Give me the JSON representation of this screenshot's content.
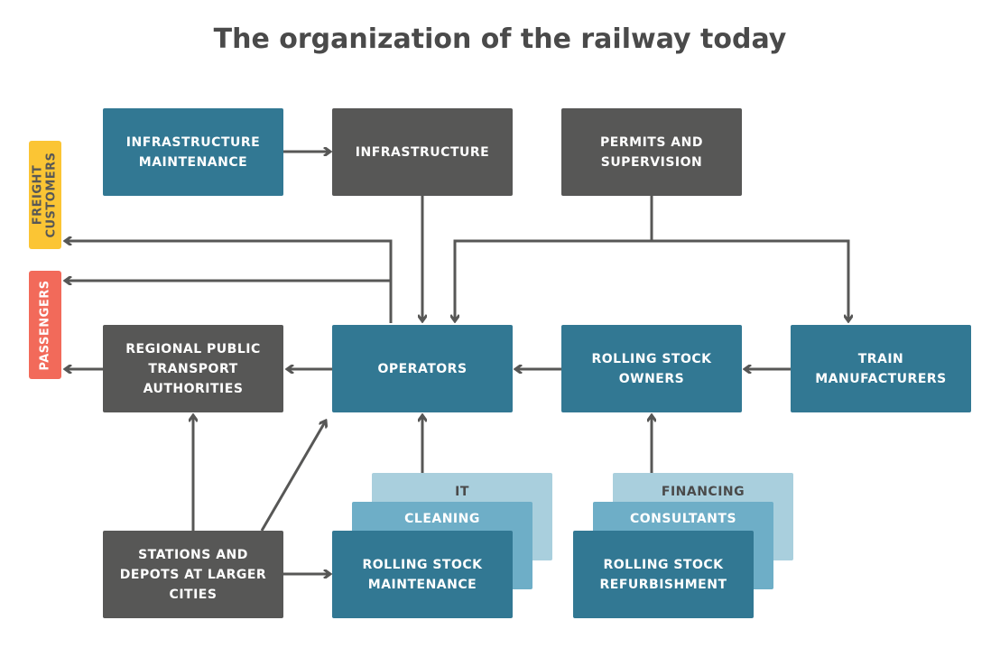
{
  "title": "The organization of the railway today",
  "nodes": {
    "infra_maintenance": "INFRASTRUCTURE\nMAINTENANCE",
    "infrastructure": "INFRASTRUCTURE",
    "permits": "PERMITS AND\nSUPERVISION",
    "regional": "REGIONAL PUBLIC\nTRANSPORT\nAUTHORITIES",
    "operators": "OPERATORS",
    "rolling_owners": "ROLLING STOCK\nOWNERS",
    "train_manufacturers": "TRAIN\nMANUFACTURERS",
    "stations": "STATIONS AND\nDEPOTS AT LARGER\nCITIES",
    "it": "IT",
    "cleaning": "CLEANING",
    "rolling_maintenance": "ROLLING STOCK\nMAINTENANCE",
    "financing": "FINANCING",
    "consultants": "CONSULTANTS",
    "refurbishment": "ROLLING STOCK\nREFURBISHMENT"
  },
  "side_labels": {
    "freight": "FREIGHT\nCUSTOMERS",
    "passengers": "PASSENGERS"
  },
  "colors": {
    "dark": "#575756",
    "blue": "#327893",
    "light_blue": "#6eaec7",
    "pale_blue": "#a9cfdd",
    "yellow": "#fbc534",
    "red": "#f26a5a"
  }
}
